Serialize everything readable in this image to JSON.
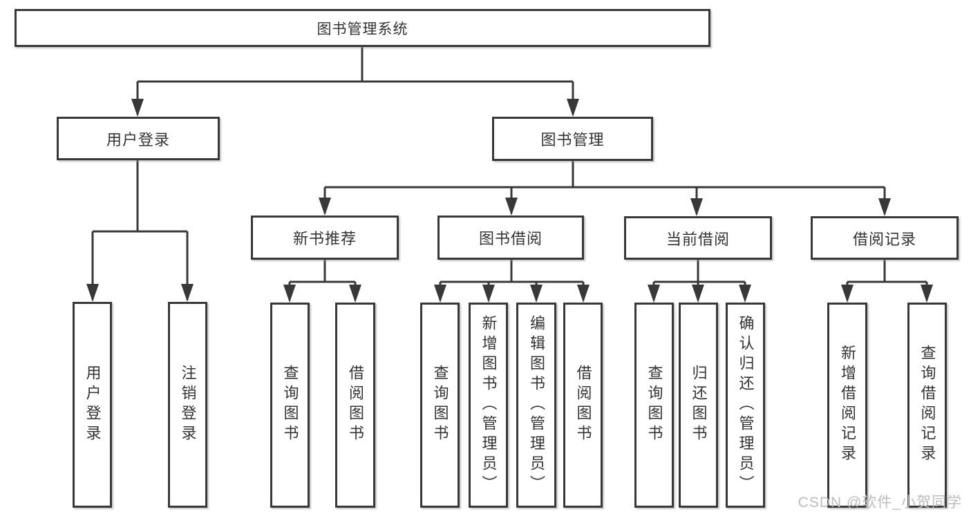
{
  "nodes": {
    "root": "图书管理系统",
    "user_login": "用户登录",
    "book_management": "图书管理",
    "new_book_recommendation": "新书推荐",
    "book_borrowing": "图书借阅",
    "current_borrowing": "当前借阅",
    "borrowing_records": "借阅记录"
  },
  "leaves": {
    "user_login": "用户登录",
    "logout": "注销登录",
    "rec_query": "查询图书",
    "rec_borrow": "借阅图书",
    "borrow_query": "查询图书",
    "borrow_add": "新增图书（管理员）",
    "borrow_edit": "编辑图书（管理员）",
    "borrow_borrow": "借阅图书",
    "current_query": "查询图书",
    "current_return": "归还图书",
    "current_confirm": "确认归还（管理员）",
    "records_add": "新增借阅记录",
    "records_query": "查询借阅记录"
  },
  "hierarchy": {
    "图书管理系统": {
      "用户登录": [
        "用户登录",
        "注销登录"
      ],
      "图书管理": {
        "新书推荐": [
          "查询图书",
          "借阅图书"
        ],
        "图书借阅": [
          "查询图书",
          "新增图书（管理员）",
          "编辑图书（管理员）",
          "借阅图书"
        ],
        "当前借阅": [
          "查询图书",
          "归还图书",
          "确认归还（管理员）"
        ],
        "借阅记录": [
          "新增借阅记录",
          "查询借阅记录"
        ]
      }
    }
  },
  "watermark": {
    "text": "CSDN @软件_小贺同学"
  },
  "colors": {
    "line": "#383838",
    "box_border": "#383838",
    "text": "#333333",
    "background": "#ffffff",
    "watermark": "#bcbcbc"
  }
}
